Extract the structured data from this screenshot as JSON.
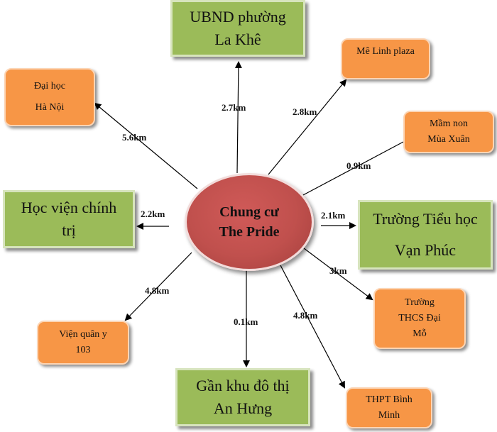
{
  "center": {
    "line1": "Chung cư",
    "line2": "The Pride"
  },
  "nodes": {
    "ubnd": {
      "line1": "UBND phường",
      "line2": "La Khê"
    },
    "me_linh": {
      "line1": "Mê Linh plaza"
    },
    "dai_hoc": {
      "line1": "Đại học",
      "line2": "Hà Nội"
    },
    "mam_non": {
      "line1": "Mầm non",
      "line2": "Mùa Xuân"
    },
    "hoc_vien": {
      "line1": "Học viện chính",
      "line2": "trị"
    },
    "truong_th": {
      "line1": "Trường Tiểu học",
      "line2": "Vạn Phúc"
    },
    "thcs": {
      "line1": "Trường",
      "line2": "THCS Đại",
      "line3": "Mỗ"
    },
    "vien_qy": {
      "line1": "Viện quân y",
      "line2": "103"
    },
    "khu_do_thi": {
      "line1": "Gần khu đô thị",
      "line2": "An Hưng"
    },
    "thpt": {
      "line1": "THPT Bình",
      "line2": "Minh"
    }
  },
  "distances": {
    "ubnd": "2.7km",
    "me_linh": "2.8km",
    "dai_hoc": "5.6km",
    "mam_non": "0.9km",
    "hoc_vien": "2.2km",
    "truong_th": "2.1km",
    "thcs": "3km",
    "vien_qy": "4.8km",
    "khu_do_thi": "0.1km",
    "thpt": "4.8km"
  }
}
